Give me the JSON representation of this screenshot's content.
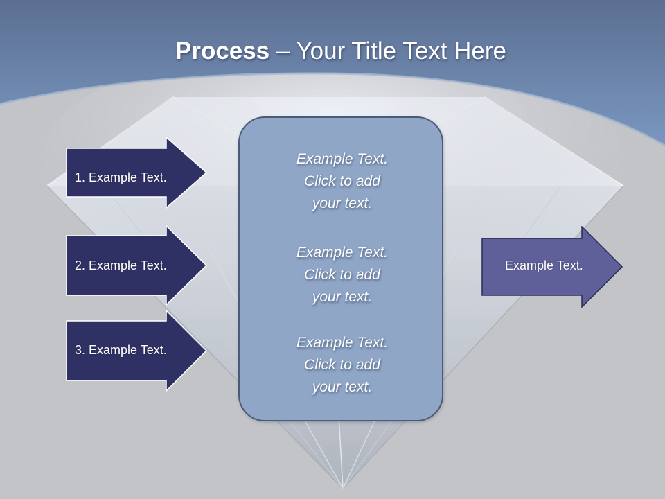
{
  "title": {
    "bold": "Process",
    "dash": " – ",
    "rest": "Your Title Text Here"
  },
  "left_arrows": [
    {
      "label": "1. Example Text."
    },
    {
      "label": "2. Example Text."
    },
    {
      "label": "3. Example Text."
    }
  ],
  "center_box": {
    "paragraphs": [
      {
        "line1": "Example Text.",
        "line2": "Click  to add",
        "line3": "your text."
      },
      {
        "line1": "Example Text.",
        "line2": "Click  to add",
        "line3": "your text."
      },
      {
        "line1": "Example Text.",
        "line2": "Click  to add",
        "line3": "your text."
      }
    ]
  },
  "right_arrow": {
    "label": "Example Text."
  },
  "colors": {
    "header_band": "#6e8bb4",
    "background": "#c3c4c8",
    "left_arrow_fill": "#2f3063",
    "right_arrow_fill": "#5f5f9a",
    "center_box_fill": "#8fa6c6"
  }
}
